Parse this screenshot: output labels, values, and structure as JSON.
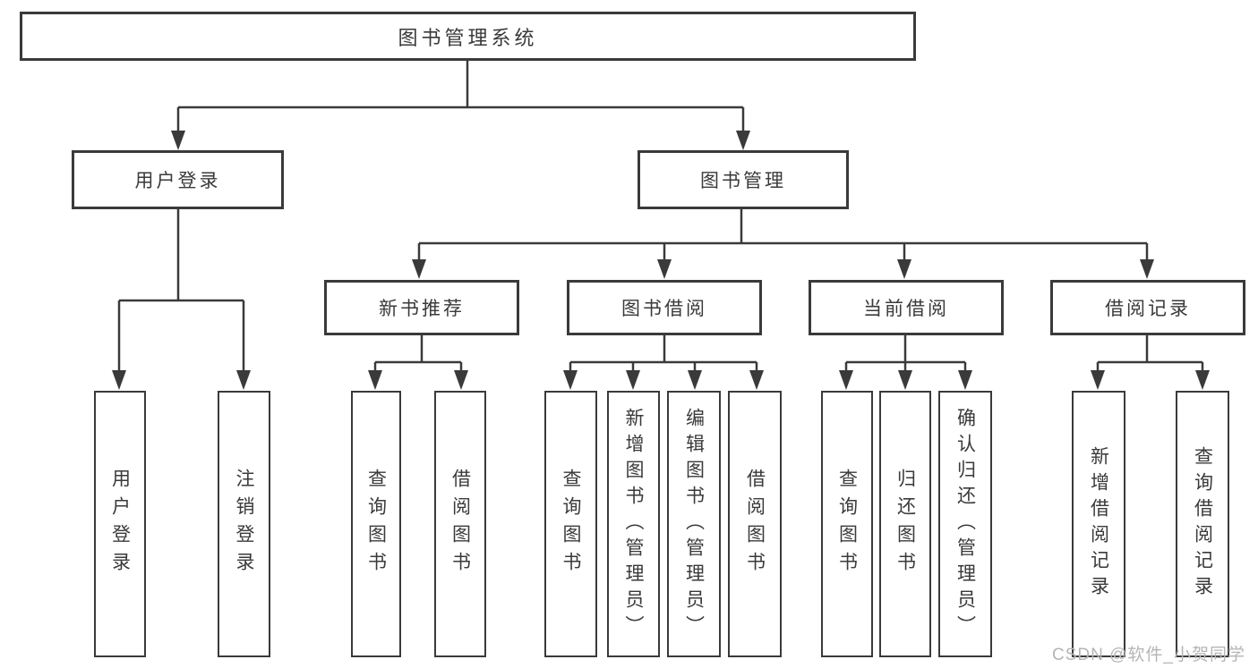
{
  "diagram_title": "图书管理系统",
  "tree": {
    "label": "图书管理系统",
    "children": [
      {
        "label": "用户登录",
        "children": [
          {
            "label": "用户登录"
          },
          {
            "label": "注销登录"
          }
        ]
      },
      {
        "label": "图书管理",
        "children": [
          {
            "label": "新书推荐",
            "children": [
              {
                "label": "查询图书"
              },
              {
                "label": "借阅图书"
              }
            ]
          },
          {
            "label": "图书借阅",
            "children": [
              {
                "label": "查询图书"
              },
              {
                "label": "新增图书（管理员）"
              },
              {
                "label": "编辑图书（管理员）"
              },
              {
                "label": "借阅图书"
              }
            ]
          },
          {
            "label": "当前借阅",
            "children": [
              {
                "label": "查询图书"
              },
              {
                "label": "归还图书"
              },
              {
                "label": "确认归还（管理员）"
              }
            ]
          },
          {
            "label": "借阅记录",
            "children": [
              {
                "label": "新增借阅记录"
              },
              {
                "label": "查询借阅记录"
              }
            ]
          }
        ]
      }
    ]
  },
  "watermark": {
    "text": "CSDN @软件_小贺同学"
  },
  "colors": {
    "line": "#3a3a3a",
    "box_border": "#3a3a3a",
    "box_fill": "#ffffff",
    "text": "#3a3a3a",
    "watermark": "#b5b5b5",
    "background": "#ffffff"
  }
}
